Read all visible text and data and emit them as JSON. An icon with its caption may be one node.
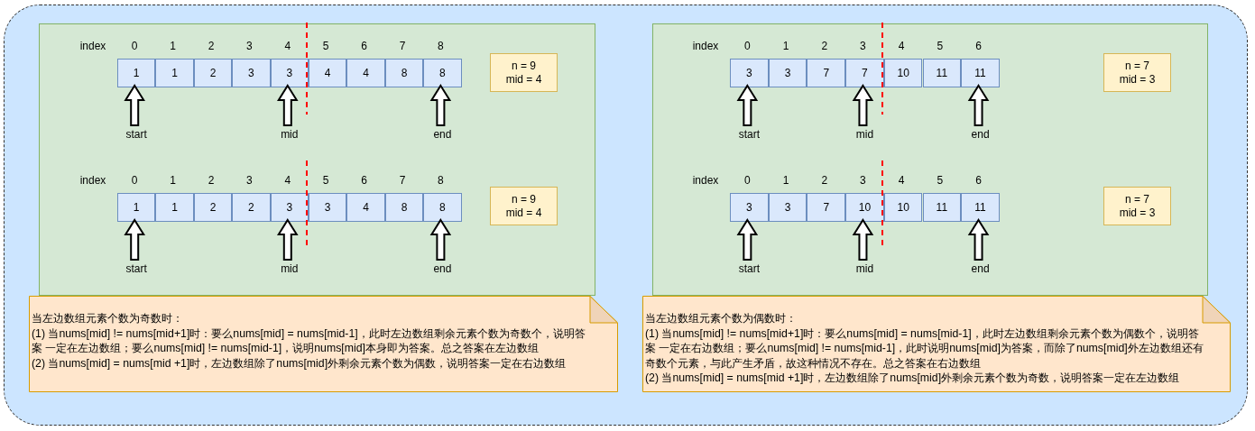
{
  "diagram": {
    "nodes": [
      {
        "text": [],
        "shape": "box"
      },
      {
        "text": [],
        "shape": "box",
        "in": 0
      },
      {
        "text": [
          "1"
        ],
        "in": 1
      },
      {
        "text": [
          "1"
        ],
        "in": 1
      },
      {
        "text": [
          "2"
        ],
        "in": 1
      },
      {
        "text": [
          "3"
        ],
        "in": 1
      },
      {
        "text": [
          "3"
        ],
        "in": 1
      },
      {
        "text": [
          "4"
        ],
        "in": 1
      },
      {
        "text": [
          "4"
        ],
        "in": 1
      },
      {
        "text": [
          "8"
        ],
        "in": 1
      },
      {
        "text": [
          "8"
        ],
        "in": 1
      },
      {
        "text": [
          "n = 9",
          "mid = 4"
        ],
        "in": 1
      },
      {
        "text": [
          "start"
        ],
        "in": 1
      },
      {
        "text": [
          "mid"
        ],
        "in": 1
      },
      {
        "text": [
          "end"
        ],
        "in": 1
      },
      {
        "text": [
          "1"
        ],
        "in": 1
      },
      {
        "text": [
          "1"
        ],
        "in": 1
      },
      {
        "text": [
          "2"
        ],
        "in": 1
      },
      {
        "text": [
          "2"
        ],
        "in": 1
      },
      {
        "text": [
          "3"
        ],
        "in": 1
      },
      {
        "text": [
          "3"
        ],
        "in": 1
      },
      {
        "text": [
          "4"
        ],
        "in": 1
      },
      {
        "text": [
          "8"
        ],
        "in": 1
      },
      {
        "text": [
          "8"
        ],
        "in": 1
      },
      {
        "text": [
          "n = 9",
          "mid = 4"
        ],
        "in": 1
      },
      {
        "text": [
          "start"
        ],
        "in": 1
      },
      {
        "text": [
          "mid"
        ],
        "in": 1
      },
      {
        "text": [
          "end"
        ],
        "in": 1
      },
      {
        "text": [
          "当左边数组元素个数为奇数时：",
          "(1) 当nums[mid] != nums[mid+1]时：要么nums[mid] = nums[mid-1]，此时左边数组剩余元素个数为奇数个，说明答案 一定在左边数组；要么nums[mid] != nums[mid-1]，说明nums[mid]本身即为答案。总之答案在左边数组",
          "(2) 当nums[mid] = nums[mid +1]时，左边数组除了nums[mid]外剩余元素个数为偶数，说明答案一定在右边数组"
        ],
        "in": 0
      },
      {
        "text": [],
        "shape": "box",
        "in": 0
      },
      {
        "text": [
          "3"
        ],
        "in": 29
      },
      {
        "text": [
          "3"
        ],
        "in": 29
      },
      {
        "text": [
          "7"
        ],
        "in": 29
      },
      {
        "text": [
          "7"
        ],
        "in": 29
      },
      {
        "text": [
          "10"
        ],
        "in": 29
      },
      {
        "text": [
          "11"
        ],
        "in": 29
      },
      {
        "text": [
          "11"
        ],
        "in": 29
      },
      {
        "text": [
          "n = 7",
          "mid = 3"
        ],
        "in": 29
      },
      {
        "text": [
          "start"
        ],
        "in": 29
      },
      {
        "text": [
          "mid"
        ],
        "in": 29
      },
      {
        "text": [
          "end"
        ],
        "in": 29
      },
      {
        "text": [
          "3"
        ],
        "in": 29
      },
      {
        "text": [
          "3"
        ],
        "in": 29
      },
      {
        "text": [
          "7"
        ],
        "in": 29
      },
      {
        "text": [
          "10"
        ],
        "in": 29
      },
      {
        "text": [
          "10"
        ],
        "in": 29
      },
      {
        "text": [
          "11"
        ],
        "in": 29
      },
      {
        "text": [
          "11"
        ],
        "in": 29
      },
      {
        "text": [
          "n = 7",
          "mid = 3"
        ],
        "in": 29
      },
      {
        "text": [
          "start"
        ],
        "in": 29
      },
      {
        "text": [
          "mid"
        ],
        "in": 29
      },
      {
        "text": [
          "end"
        ],
        "in": 29
      },
      {
        "text": [
          "当左边数组元素个数为偶数时：",
          "(1) 当nums[mid] != nums[mid+1]时：要么nums[mid] = nums[mid-1]，此时左边数组剩余元素个数为偶数个，说明答案 一定在右边数组；要么nums[mid] != nums[mid-1]，此时说明nums[mid]为答案，而除了nums[mid]外左边数组还有奇数个元素，与此产生矛盾，故这种情况不存在。总之答案在右边数组",
          "(2) 当nums[mid] = nums[mid +1]时，左边数组除了nums[mid]外剩余元素个数为奇数，说明答案一定在左边数组"
        ],
        "in": 0
      }
    ],
    "edges": [
      {
        "from": 12,
        "to": 2,
        "arrow": "to"
      },
      {
        "from": 13,
        "to": 6,
        "arrow": "to"
      },
      {
        "from": 14,
        "to": 10,
        "arrow": "to"
      },
      {
        "from": 25,
        "to": 15,
        "arrow": "to"
      },
      {
        "from": 26,
        "to": 19,
        "arrow": "to"
      },
      {
        "from": 27,
        "to": 23,
        "arrow": "to"
      },
      {
        "from": 38,
        "to": 30,
        "arrow": "to"
      },
      {
        "from": 39,
        "to": 33,
        "arrow": "to"
      },
      {
        "from": 40,
        "to": 36,
        "arrow": "to"
      },
      {
        "from": 49,
        "to": 41,
        "arrow": "to"
      },
      {
        "from": 50,
        "to": 44,
        "arrow": "to"
      },
      {
        "from": 51,
        "to": 47,
        "arrow": "to"
      }
    ],
    "labels": [
      "index",
      "0",
      "1",
      "2",
      "3",
      "4",
      "5",
      "6",
      "7",
      "8",
      "index",
      "0",
      "1",
      "2",
      "3",
      "4",
      "5",
      "6",
      "7",
      "8",
      "index",
      "0",
      "1",
      "2",
      "3",
      "4",
      "5",
      "6",
      "index",
      "0",
      "1",
      "2",
      "3",
      "4",
      "5",
      "6"
    ]
  }
}
